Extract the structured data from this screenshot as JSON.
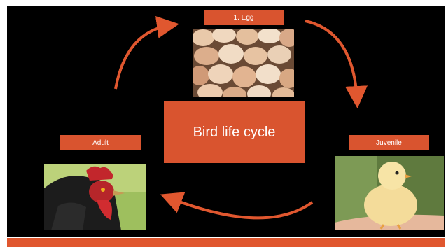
{
  "diagram": {
    "center_title": "Bird life cycle",
    "stages": {
      "egg": {
        "label": "1. Egg",
        "image": "egg-photo"
      },
      "juvenile": {
        "label": "Juvenile",
        "image": "chick-photo"
      },
      "adult": {
        "label": "Adult",
        "image": "rooster-photo"
      }
    },
    "colors": {
      "background": "#000000",
      "accent": "#d9542f",
      "text": "#ffffff"
    }
  }
}
